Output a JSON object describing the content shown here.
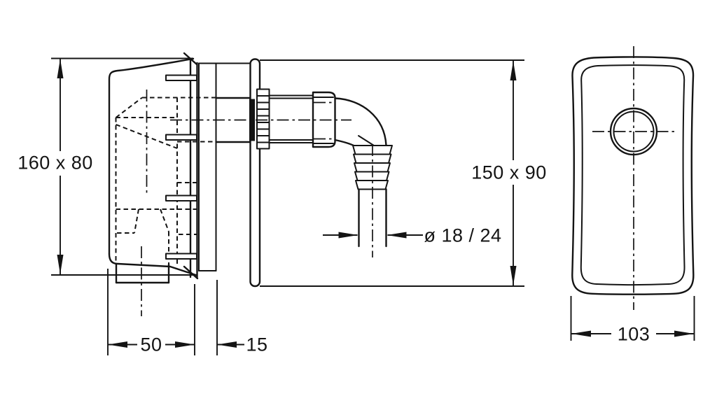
{
  "drawing": {
    "colors": {
      "line": "#141414",
      "background": "#ffffff"
    },
    "side_view": {
      "dim_box_face": "160 x 80",
      "dim_box_depth": "50",
      "dim_wall_offset": "15",
      "dim_plate_face": "150 x 90",
      "dim_hose_diameter": "ø 18 / 24"
    },
    "front_view": {
      "dim_plate_width": "103"
    }
  }
}
